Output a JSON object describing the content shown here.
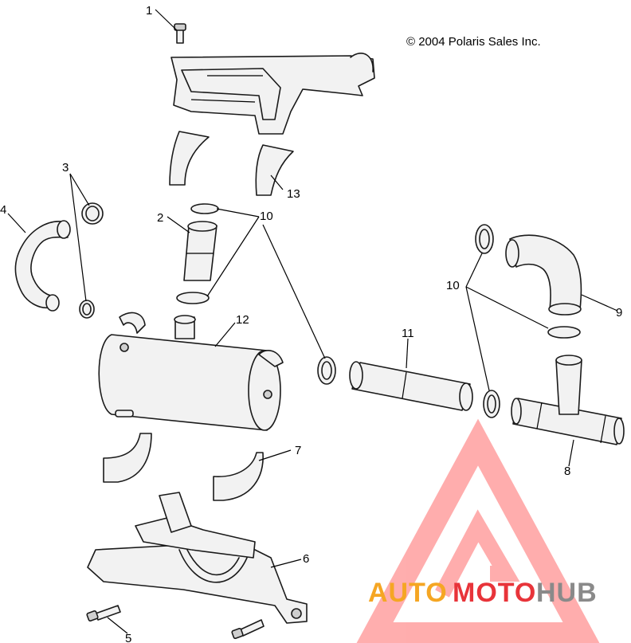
{
  "copyright": "© 2004 Polaris Sales Inc.",
  "callouts": {
    "c1": "1",
    "c2": "2",
    "c3": "3",
    "c4": "4",
    "c5": "5",
    "c6": "6",
    "c7": "7",
    "c8": "8",
    "c9": "9",
    "c10a": "10",
    "c10b": "10",
    "c11": "11",
    "c12": "12",
    "c13": "13"
  },
  "watermark": {
    "part1": "AUTO",
    "part2": "MOTO",
    "part3": "HUB",
    "color_orange": "#f5a623",
    "color_red": "#e8343a",
    "color_gray": "#8a8a8a"
  }
}
